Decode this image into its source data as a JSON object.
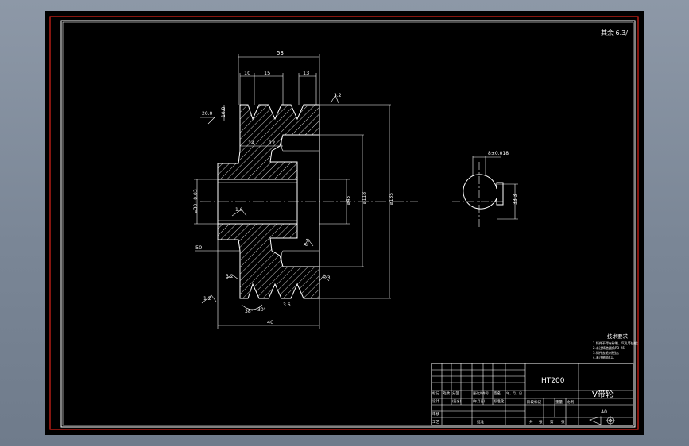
{
  "sheet": {
    "corner_mark": "其余 6.3/"
  },
  "dimensions": {
    "top_overall": "53",
    "pitch_1": "10",
    "pitch_2": "15",
    "pitch_3": "13",
    "roughness_top": "3.2",
    "roughness_left_groove": "20.0",
    "groove_depth": "10.8",
    "rim_left": "14",
    "rim_inner": "12",
    "bore_dia": "⌀30+0.03",
    "roughness_bore": "1.6",
    "hub_face": "50",
    "hub_dia": "⌀45",
    "web_dia": "⌀118",
    "outer_dia": "⌀135",
    "right_roughness_a": "6.3",
    "right_roughness_b": "6.3",
    "left_roughness_low": "3.2",
    "left_bottom_roughness": "1.2",
    "groove_angle": "38°",
    "groove_angle_2": "30°",
    "bottom_roughness": "3.6",
    "bottom_overall": "40"
  },
  "section_view": {
    "keyway_width": "8±0.018",
    "keyway_depth": "33.3"
  },
  "tech_requirements": {
    "title": "技术要求",
    "lines": [
      "1.铸件不得有砂眼、气孔等缺陷;",
      "2.未注铸造圆角R3-R5;",
      "3.铸件去毛刺锐边;",
      "4.未注倒角C1。"
    ]
  },
  "title_block": {
    "material": "HT200",
    "part_name": "V带轮",
    "drawing_no": "A0",
    "row_labels": [
      "标记",
      "处数",
      "分区",
      "更改文件号",
      "签名",
      "年、月、日"
    ],
    "row2": [
      "设计",
      "(签名)",
      "(年月日)",
      "标准化"
    ],
    "stage_labels": [
      "阶段标记",
      "重量",
      "比例"
    ],
    "review": "审核",
    "process": "工艺",
    "approve": "批准",
    "sheets": [
      "共",
      "张",
      "第",
      "张"
    ]
  }
}
